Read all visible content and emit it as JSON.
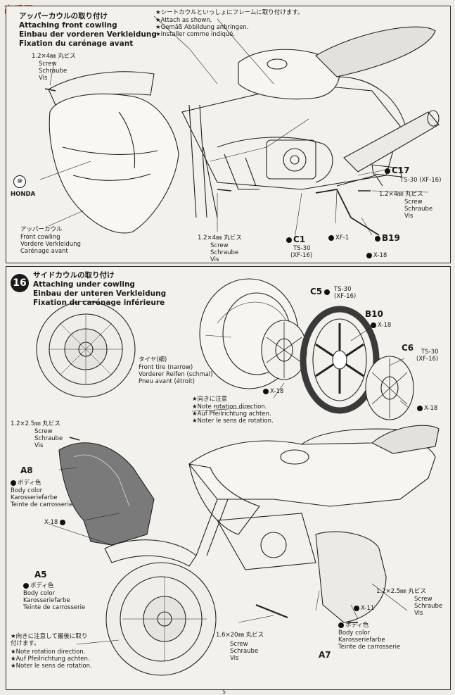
{
  "watermark": {
    "logo_text": "高手网"
  },
  "step15": {
    "title_jp": "アッパーカウルの取り付け",
    "title_en": "Attaching front cowling",
    "title_de": "Einbau der vorderen Verkleidung",
    "title_fr": "Fixation du carénage avant",
    "note_jp": "★シートカウルといっしょにフレームに取り付けます。",
    "note_en": "★Attach as shown.",
    "note_de": "★Gemäß Abbildung anbringen.",
    "note_fr": "★Installer comme indiqué.",
    "screw_left": {
      "jp": "1.2×4㎜ 丸ビス",
      "en": "Screw",
      "de": "Schraube",
      "fr": "Vis"
    },
    "screw_mid": {
      "jp": "1.2×4㎜ 丸ビス",
      "en": "Screw",
      "de": "Schraube",
      "fr": "Vis"
    },
    "screw_right": {
      "jp": "1.2×4㎜ 丸ビス",
      "en": "Screw",
      "de": "Schraube",
      "fr": "Vis"
    },
    "cowl_label": {
      "jp": "アッパーカウル",
      "en": "Front cowling",
      "de": "Vordere Verkleidung",
      "fr": "Carénage avant"
    },
    "decal_num": "⑩",
    "honda": "HONDA",
    "parts": {
      "c17": "C17",
      "c17_paint": "TS-30 (XF-16)",
      "c1": "C1",
      "c1_paint1": "TS-30",
      "c1_paint2": "(XF-16)",
      "xf1": "XF-1",
      "b19": "B19",
      "b19_paint": "X-18"
    }
  },
  "step16": {
    "number": "16",
    "title_jp": "サイドカウルの取り付け",
    "title_en": "Attaching under cowling",
    "title_de": "Einbau der unteren Verkleidung",
    "title_fr": "Fixation du carénage inférieure",
    "tire": {
      "jp": "タイヤ(細)",
      "en": "Front tire (narrow)",
      "de": "Vorderer Reifen (schmal)",
      "fr": "Pneu avant (étroit)"
    },
    "rotation": {
      "jp": "★向きに注意",
      "en": "★Note rotation direction.",
      "de": "★Auf Pfeilrichtung achten.",
      "fr": "★Noter le sens de rotation."
    },
    "rotation2": {
      "jp": "★向きに注意して最後に取り付けます。",
      "en": "★Note rotation direction.",
      "de": "★Auf Pfeilrichtung achten.",
      "fr": "★Noter le sens de rotation."
    },
    "screw_top": {
      "jp": "1.2×2.5㎜ 丸ビス",
      "en": "Screw",
      "de": "Schraube",
      "fr": "Vis"
    },
    "screw_long": {
      "jp": "1.6×20㎜ 丸ビス",
      "en": "Screw",
      "de": "Schraube",
      "fr": "Vis"
    },
    "screw_right": {
      "jp": "1.2×2.5㎜ 丸ビス",
      "en": "Screw",
      "de": "Schraube",
      "fr": "Vis"
    },
    "body_a8": {
      "jp": "ボディ色",
      "en": "Body color",
      "de": "Karosseriefarbe",
      "fr": "Teinte de carrosserie"
    },
    "body_a5": {
      "jp": "ボディ色",
      "en": "Body color",
      "de": "Karosseriefarbe",
      "fr": "Teinte de carrosserie"
    },
    "body_a7": {
      "jp": "ボディ色",
      "en": "Body color",
      "de": "Karosseriefarbe",
      "fr": "Teinte de carrosserie"
    },
    "parts": {
      "c5": "C5",
      "c5_paint1": "TS-30",
      "c5_paint2": "(XF-16)",
      "b10": "B10",
      "b10_paint": "X-18",
      "c6": "C6",
      "c6_paint1": "TS-30",
      "c6_paint2": "(XF-16)",
      "x18_wheel": "X-18",
      "x18_disc": "X-18",
      "a8": "A8",
      "a8_paint": "X-18",
      "a5": "A5",
      "a7": "A7",
      "x11": "X-11"
    }
  },
  "page_number": "5"
}
